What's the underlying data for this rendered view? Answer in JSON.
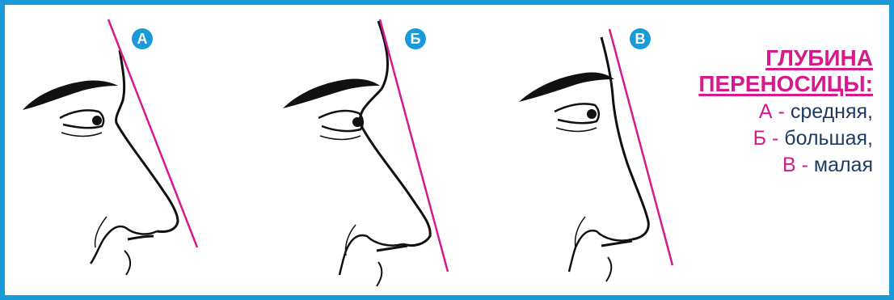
{
  "colors": {
    "border": "#1a9ad8",
    "accent": "#d6198c",
    "badge": "#1a9ad8",
    "text": "#1d3c63",
    "line": "#d6198c",
    "ink": "#111111"
  },
  "legend": {
    "title_line1": "ГЛУБИНА",
    "title_line2": "ПЕРЕНОСИЦЫ:",
    "items": [
      {
        "letter": "А",
        "dash": "-",
        "text": "средняя,"
      },
      {
        "letter": "Б",
        "dash": "-",
        "text": "большая,"
      },
      {
        "letter": "В",
        "dash": "-",
        "text": "малая"
      }
    ]
  },
  "profiles": [
    {
      "badge": "А",
      "depth": "средняя"
    },
    {
      "badge": "Б",
      "depth": "большая"
    },
    {
      "badge": "В",
      "depth": "малая"
    }
  ]
}
